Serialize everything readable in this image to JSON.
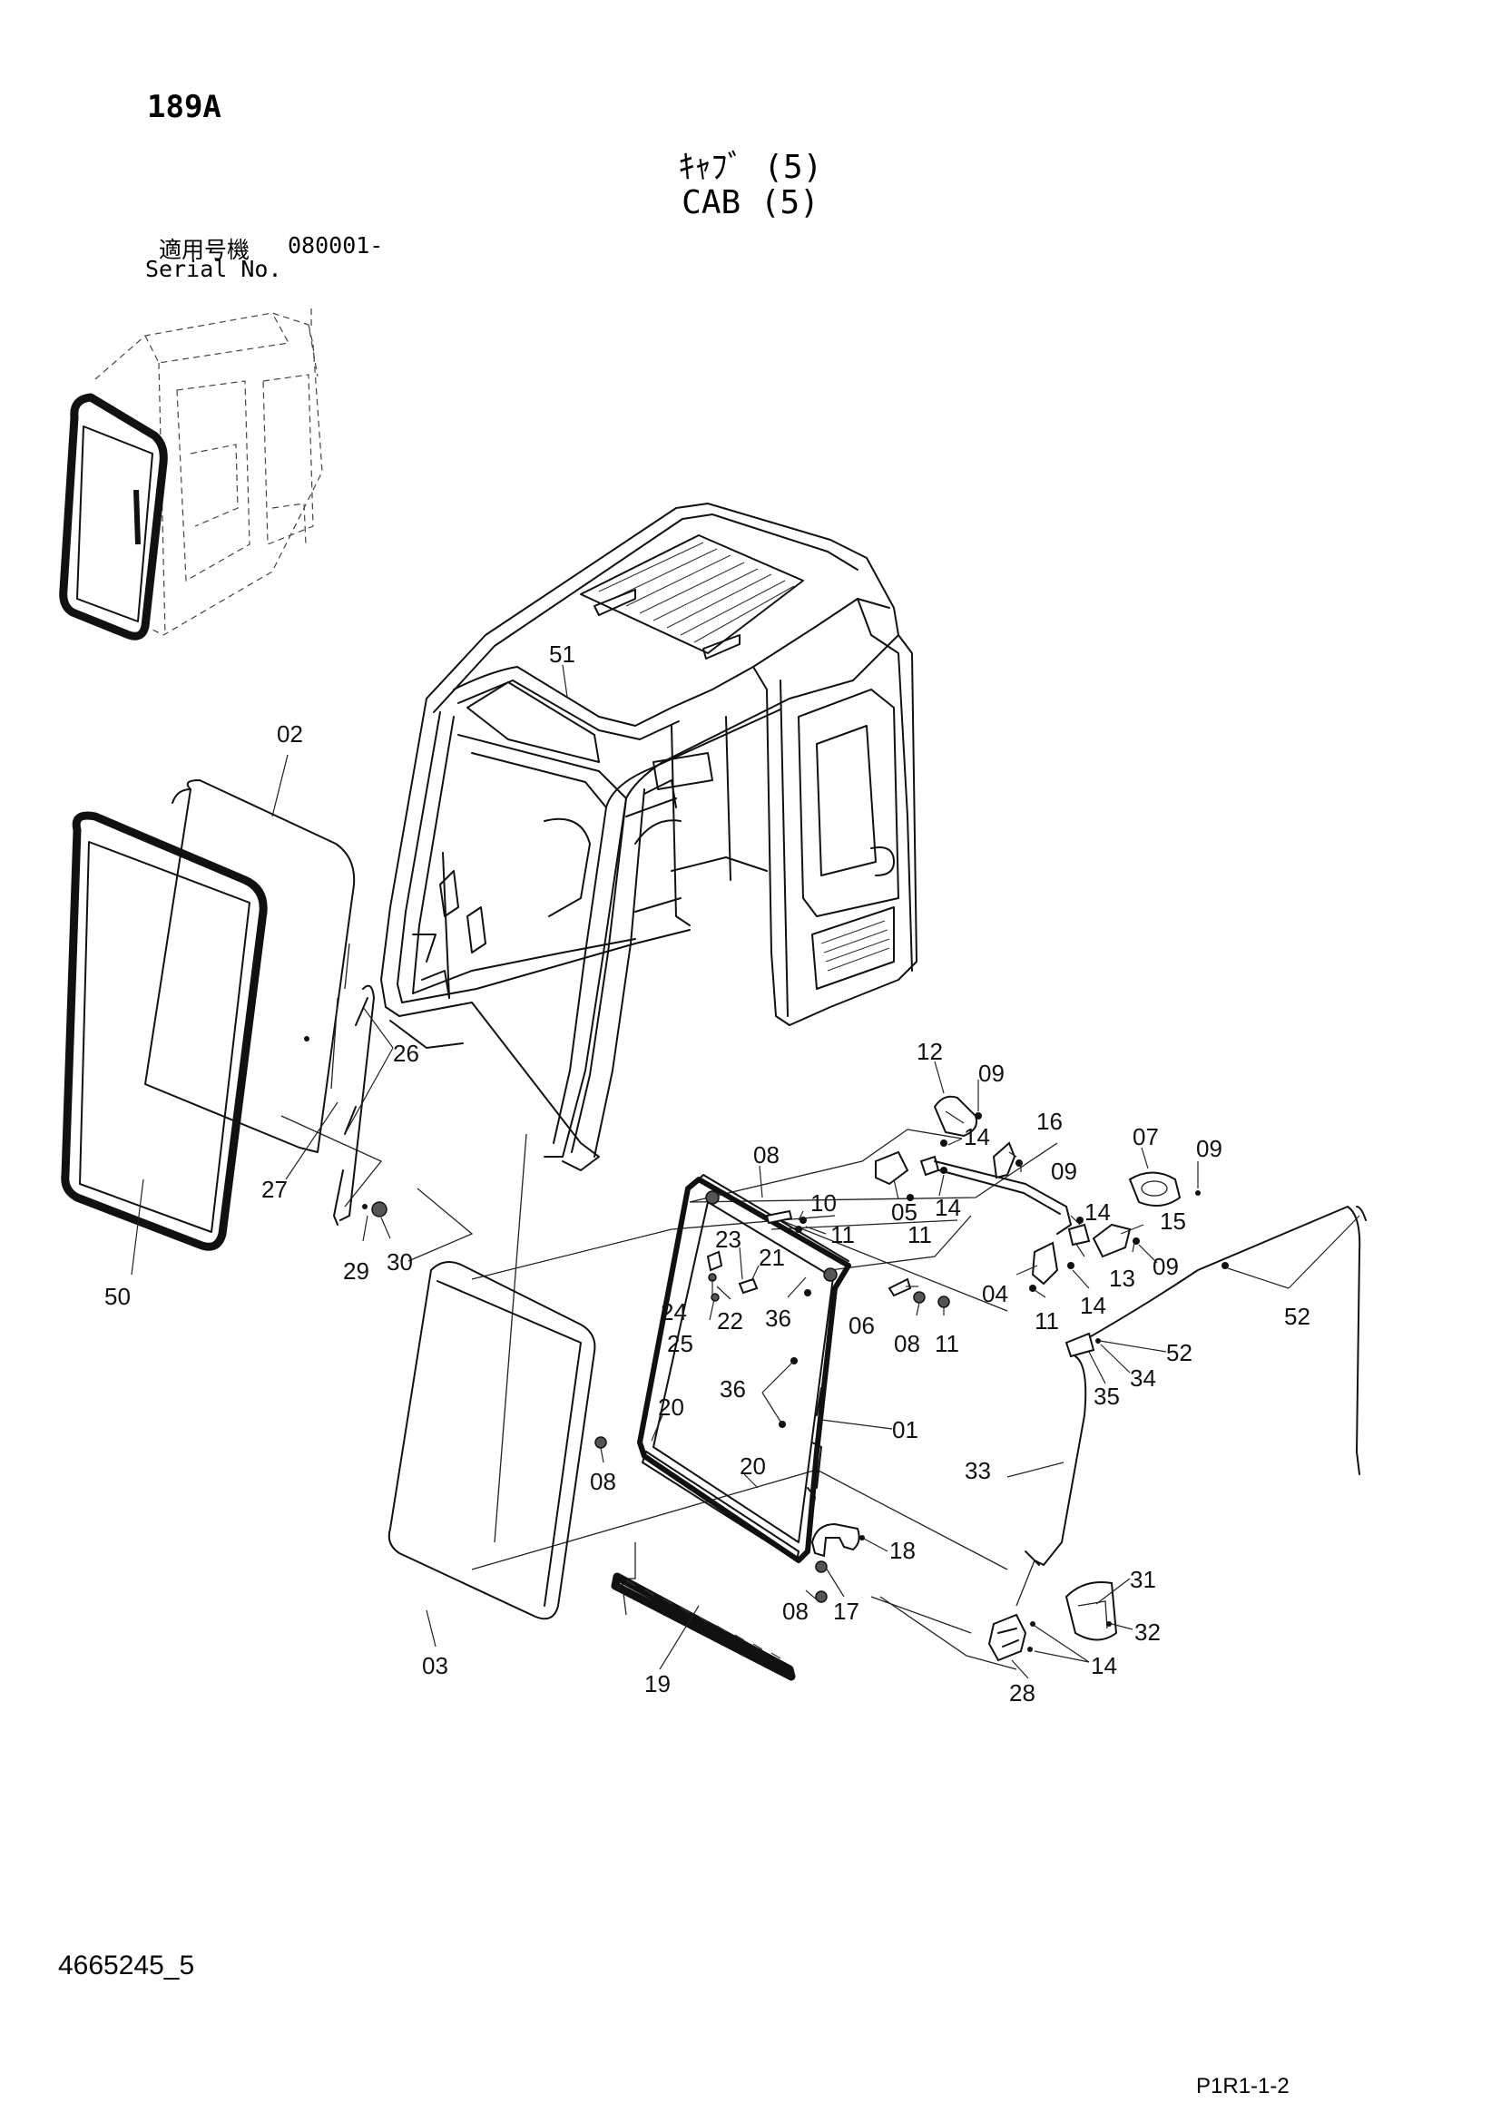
{
  "header": {
    "page_code": "189A",
    "title_jp": "ｷｬﾌﾞ (5)",
    "title_en": "CAB (5)",
    "serial_label_jp": "適用号機",
    "serial_range": "080001-",
    "serial_label_en": "Serial No."
  },
  "footer": {
    "document_number": "4665245_5",
    "page_ref": "P1R1-1-2"
  },
  "callouts": [
    {
      "id": "51",
      "label": "51"
    },
    {
      "id": "02",
      "label": "02"
    },
    {
      "id": "26",
      "label": "26"
    },
    {
      "id": "27",
      "label": "27"
    },
    {
      "id": "50",
      "label": "50"
    },
    {
      "id": "29",
      "label": "29"
    },
    {
      "id": "30",
      "label": "30"
    },
    {
      "id": "12",
      "label": "12"
    },
    {
      "id": "09a",
      "label": "09"
    },
    {
      "id": "14a",
      "label": "14"
    },
    {
      "id": "16",
      "label": "16"
    },
    {
      "id": "07",
      "label": "07"
    },
    {
      "id": "09b",
      "label": "09"
    },
    {
      "id": "08a",
      "label": "08"
    },
    {
      "id": "05",
      "label": "05"
    },
    {
      "id": "14b",
      "label": "14"
    },
    {
      "id": "09c",
      "label": "09"
    },
    {
      "id": "10",
      "label": "10"
    },
    {
      "id": "11a",
      "label": "11"
    },
    {
      "id": "11b",
      "label": "11"
    },
    {
      "id": "14c",
      "label": "14"
    },
    {
      "id": "15",
      "label": "15"
    },
    {
      "id": "23",
      "label": "23"
    },
    {
      "id": "21",
      "label": "21"
    },
    {
      "id": "13",
      "label": "13"
    },
    {
      "id": "09d",
      "label": "09"
    },
    {
      "id": "04",
      "label": "04"
    },
    {
      "id": "24",
      "label": "24"
    },
    {
      "id": "22",
      "label": "22"
    },
    {
      "id": "36a",
      "label": "36"
    },
    {
      "id": "06",
      "label": "06"
    },
    {
      "id": "14d",
      "label": "14"
    },
    {
      "id": "11c",
      "label": "11"
    },
    {
      "id": "52a",
      "label": "52"
    },
    {
      "id": "25",
      "label": "25"
    },
    {
      "id": "08b",
      "label": "08"
    },
    {
      "id": "11d",
      "label": "11"
    },
    {
      "id": "52b",
      "label": "52"
    },
    {
      "id": "34",
      "label": "34"
    },
    {
      "id": "36b",
      "label": "36"
    },
    {
      "id": "35",
      "label": "35"
    },
    {
      "id": "20a",
      "label": "20"
    },
    {
      "id": "01",
      "label": "01"
    },
    {
      "id": "08c",
      "label": "08"
    },
    {
      "id": "20b",
      "label": "20"
    },
    {
      "id": "33",
      "label": "33"
    },
    {
      "id": "18",
      "label": "18"
    },
    {
      "id": "08d",
      "label": "08"
    },
    {
      "id": "17",
      "label": "17"
    },
    {
      "id": "31",
      "label": "31"
    },
    {
      "id": "32",
      "label": "32"
    },
    {
      "id": "14e",
      "label": "14"
    },
    {
      "id": "28",
      "label": "28"
    },
    {
      "id": "03",
      "label": "03"
    },
    {
      "id": "19",
      "label": "19"
    }
  ]
}
